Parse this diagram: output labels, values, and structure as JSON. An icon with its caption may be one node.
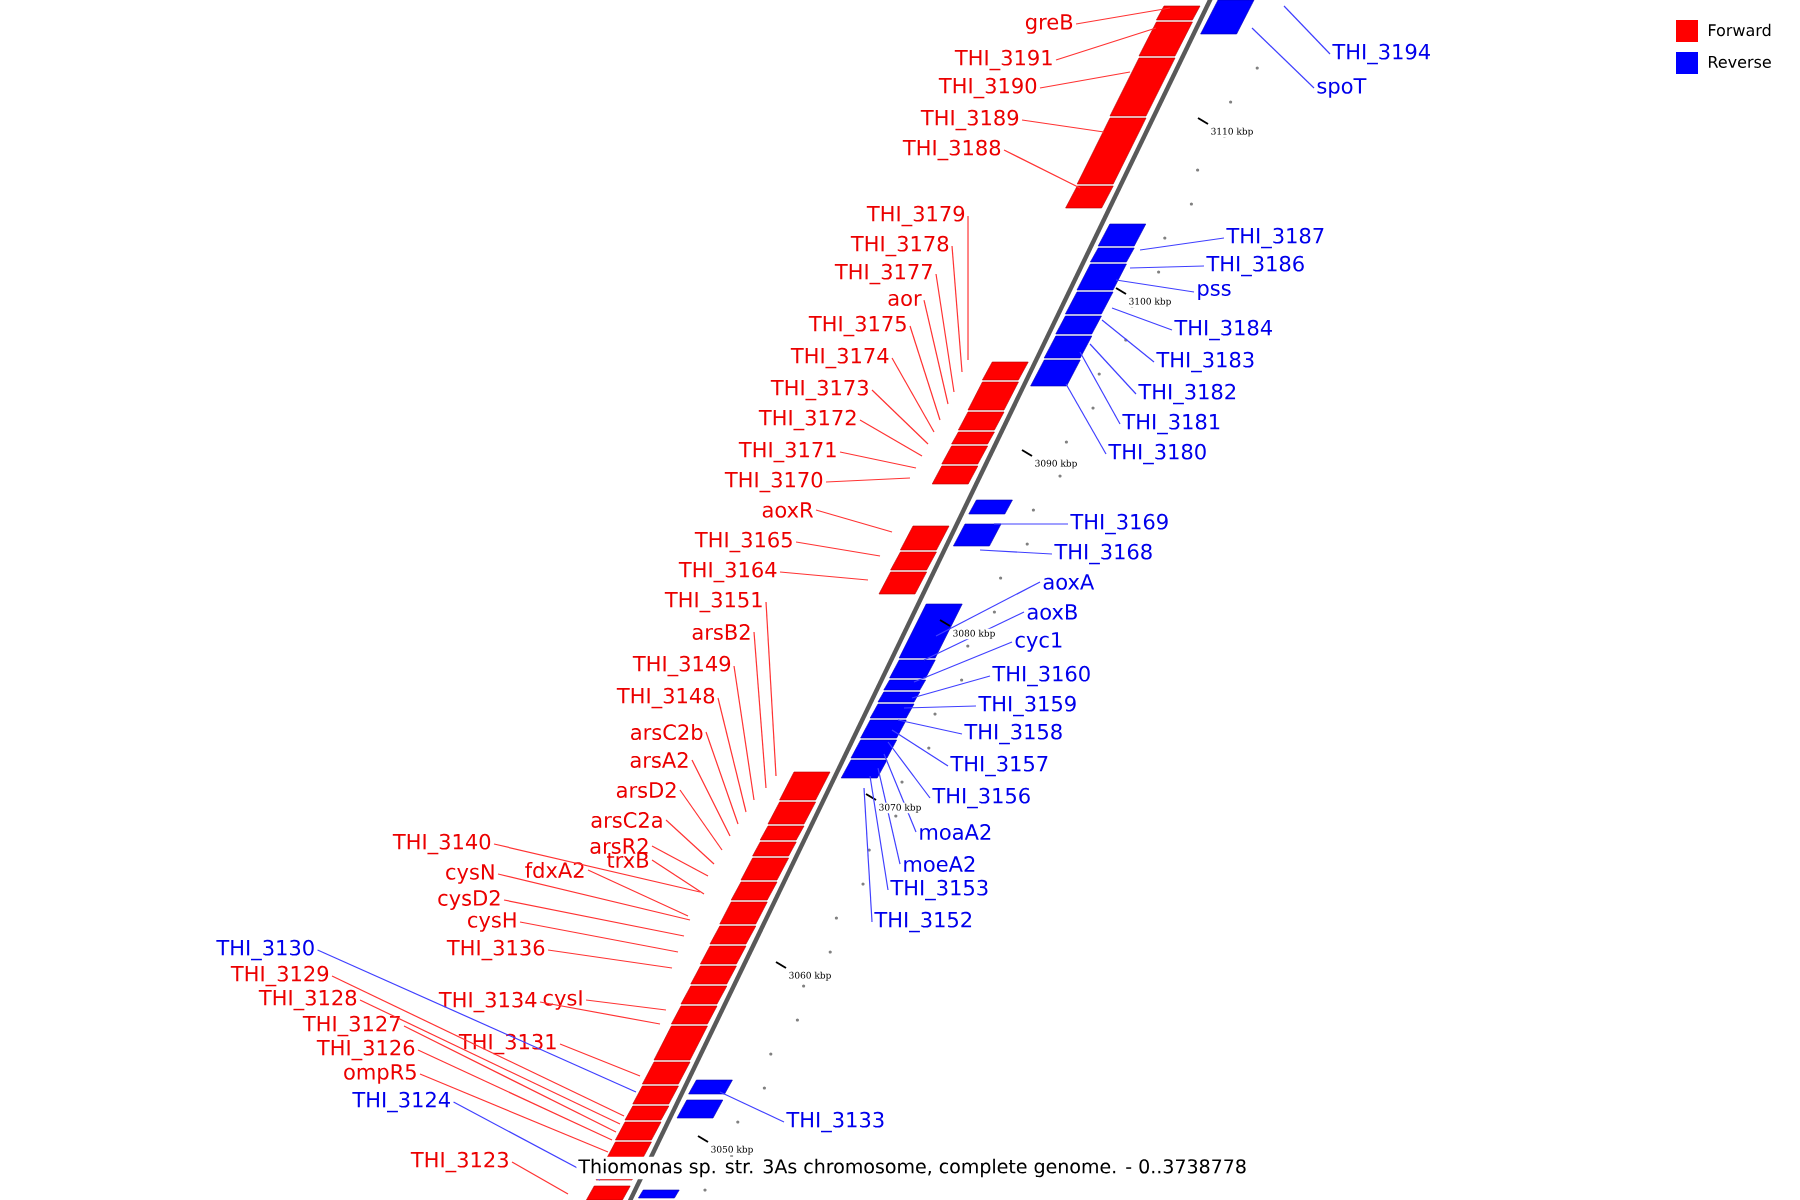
{
  "diagram": {
    "caption": "Thiomonas sp. str. 3As chromosome, complete genome. - 0..3738778",
    "nodes": [
      {
        "text": [
          "greB"
        ]
      },
      {
        "text": [
          "THI_3191"
        ]
      },
      {
        "text": [
          "THI_3190"
        ]
      },
      {
        "text": [
          "THI_3189"
        ]
      },
      {
        "text": [
          "THI_3188"
        ]
      },
      {
        "text": [
          "THI_3179"
        ]
      },
      {
        "text": [
          "THI_3178"
        ]
      },
      {
        "text": [
          "THI_3177"
        ]
      },
      {
        "text": [
          "aor"
        ]
      },
      {
        "text": [
          "THI_3175"
        ]
      },
      {
        "text": [
          "THI_3174"
        ]
      },
      {
        "text": [
          "THI_3173"
        ]
      },
      {
        "text": [
          "THI_3172"
        ]
      },
      {
        "text": [
          "THI_3171"
        ]
      },
      {
        "text": [
          "THI_3170"
        ]
      },
      {
        "text": [
          "aoxR"
        ]
      },
      {
        "text": [
          "THI_3165"
        ]
      },
      {
        "text": [
          "THI_3164"
        ]
      },
      {
        "text": [
          "THI_3151"
        ]
      },
      {
        "text": [
          "arsB2"
        ]
      },
      {
        "text": [
          "THI_3149"
        ]
      },
      {
        "text": [
          "THI_3148"
        ]
      },
      {
        "text": [
          "arsC2b"
        ]
      },
      {
        "text": [
          "arsA2"
        ]
      },
      {
        "text": [
          "arsD2"
        ]
      },
      {
        "text": [
          "arsC2a"
        ]
      },
      {
        "text": [
          "arsR2"
        ]
      },
      {
        "text": [
          "THI_3140"
        ]
      },
      {
        "text": [
          "fdxA2"
        ]
      },
      {
        "text": [
          "trxB"
        ]
      },
      {
        "text": [
          "cysN"
        ]
      },
      {
        "text": [
          "cysD2"
        ]
      },
      {
        "text": [
          "cysH"
        ]
      },
      {
        "text": [
          "THI_3136"
        ]
      },
      {
        "text": [
          "THI_3134"
        ]
      },
      {
        "text": [
          "cysI"
        ]
      },
      {
        "text": [
          "THI_3131"
        ]
      },
      {
        "text": [
          "THI_3129"
        ]
      },
      {
        "text": [
          "THI_3128"
        ]
      },
      {
        "text": [
          "THI_3127"
        ]
      },
      {
        "text": [
          "THI_3126"
        ]
      },
      {
        "text": [
          "ompR5"
        ]
      },
      {
        "text": [
          "THI_3123"
        ]
      },
      {
        "text": [
          "THI_3194"
        ]
      },
      {
        "text": [
          "spoT"
        ]
      },
      {
        "text": [
          "THI_3187"
        ]
      },
      {
        "text": [
          "THI_3186"
        ]
      },
      {
        "text": [
          "pss"
        ]
      },
      {
        "text": [
          "THI_3184"
        ]
      },
      {
        "text": [
          "THI_3183"
        ]
      },
      {
        "text": [
          "THI_3182"
        ]
      },
      {
        "text": [
          "THI_3181"
        ]
      },
      {
        "text": [
          "THI_3180"
        ]
      },
      {
        "text": [
          "THI_3169"
        ]
      },
      {
        "text": [
          "THI_3168"
        ]
      },
      {
        "text": [
          "aoxA"
        ]
      },
      {
        "text": [
          "aoxB"
        ]
      },
      {
        "text": [
          "cyc1"
        ]
      },
      {
        "text": [
          "THI_3160"
        ]
      },
      {
        "text": [
          "THI_3159"
        ]
      },
      {
        "text": [
          "THI_3158"
        ]
      },
      {
        "text": [
          "THI_3157"
        ]
      },
      {
        "text": [
          "THI_3156"
        ]
      },
      {
        "text": [
          "moaA2"
        ]
      },
      {
        "text": [
          "moeA2"
        ]
      },
      {
        "text": [
          "THI_3153"
        ]
      },
      {
        "text": [
          "THI_3152"
        ]
      },
      {
        "text": [
          "THI_3130"
        ]
      },
      {
        "text": [
          "THI_3124"
        ]
      },
      {
        "text": [
          "THI_3133"
        ]
      }
    ],
    "edges": [
      {
        "from": 0,
        "to": null,
        "arrow": "none"
      },
      {
        "from": 1,
        "to": null,
        "arrow": "none"
      },
      {
        "from": 2,
        "to": null,
        "arrow": "none"
      },
      {
        "from": 3,
        "to": null,
        "arrow": "none"
      },
      {
        "from": 4,
        "to": null,
        "arrow": "none"
      },
      {
        "from": 5,
        "to": null,
        "arrow": "none"
      },
      {
        "from": 6,
        "to": null,
        "arrow": "none"
      },
      {
        "from": 7,
        "to": null,
        "arrow": "none"
      },
      {
        "from": 8,
        "to": null,
        "arrow": "none"
      },
      {
        "from": 9,
        "to": null,
        "arrow": "none"
      },
      {
        "from": 10,
        "to": null,
        "arrow": "none"
      },
      {
        "from": 11,
        "to": null,
        "arrow": "none"
      },
      {
        "from": 12,
        "to": null,
        "arrow": "none"
      },
      {
        "from": 13,
        "to": null,
        "arrow": "none"
      },
      {
        "from": 14,
        "to": null,
        "arrow": "none"
      },
      {
        "from": 15,
        "to": null,
        "arrow": "none"
      },
      {
        "from": 16,
        "to": null,
        "arrow": "none"
      },
      {
        "from": 17,
        "to": null,
        "arrow": "none"
      },
      {
        "from": 18,
        "to": null,
        "arrow": "none"
      },
      {
        "from": 19,
        "to": null,
        "arrow": "none"
      },
      {
        "from": 20,
        "to": null,
        "arrow": "none"
      },
      {
        "from": 21,
        "to": null,
        "arrow": "none"
      },
      {
        "from": 22,
        "to": null,
        "arrow": "none"
      },
      {
        "from": 23,
        "to": null,
        "arrow": "none"
      },
      {
        "from": 24,
        "to": null,
        "arrow": "none"
      },
      {
        "from": 25,
        "to": null,
        "arrow": "none"
      },
      {
        "from": 26,
        "to": null,
        "arrow": "none"
      },
      {
        "from": 27,
        "to": null,
        "arrow": "none"
      },
      {
        "from": 28,
        "to": null,
        "arrow": "none"
      },
      {
        "from": 29,
        "to": null,
        "arrow": "none"
      },
      {
        "from": 30,
        "to": null,
        "arrow": "none"
      },
      {
        "from": 31,
        "to": null,
        "arrow": "none"
      },
      {
        "from": 32,
        "to": null,
        "arrow": "none"
      },
      {
        "from": 33,
        "to": null,
        "arrow": "none"
      },
      {
        "from": 34,
        "to": null,
        "arrow": "none"
      },
      {
        "from": 35,
        "to": null,
        "arrow": "none"
      },
      {
        "from": 36,
        "to": null,
        "arrow": "none"
      },
      {
        "from": 37,
        "to": null,
        "arrow": "none"
      },
      {
        "from": 38,
        "to": null,
        "arrow": "none"
      },
      {
        "from": 39,
        "to": null,
        "arrow": "none"
      },
      {
        "from": 40,
        "to": null,
        "arrow": "none"
      },
      {
        "from": 41,
        "to": null,
        "arrow": "none"
      },
      {
        "from": 42,
        "to": null,
        "arrow": "none"
      },
      {
        "from": 43,
        "to": null,
        "arrow": "none",
        "color": "#4040ff"
      },
      {
        "from": 44,
        "to": null,
        "arrow": "none",
        "color": "#4040ff"
      },
      {
        "from": 45,
        "to": null,
        "arrow": "none",
        "color": "#4040ff"
      },
      {
        "from": 46,
        "to": null,
        "arrow": "none",
        "color": "#4040ff"
      },
      {
        "from": 47,
        "to": null,
        "arrow": "none",
        "color": "#4040ff"
      },
      {
        "from": 48,
        "to": null,
        "arrow": "none",
        "color": "#4040ff"
      },
      {
        "from": 49,
        "to": null,
        "arrow": "none",
        "color": "#4040ff"
      },
      {
        "from": 50,
        "to": null,
        "arrow": "none",
        "color": "#4040ff"
      },
      {
        "from": 51,
        "to": null,
        "arrow": "none",
        "color": "#4040ff"
      },
      {
        "from": 52,
        "to": null,
        "arrow": "none",
        "color": "#4040ff"
      },
      {
        "from": 53,
        "to": null,
        "arrow": "none",
        "color": "#4040ff"
      },
      {
        "from": 54,
        "to": null,
        "arrow": "none",
        "color": "#4040ff"
      },
      {
        "from": 55,
        "to": null,
        "arrow": "none",
        "color": "#4040ff"
      },
      {
        "from": 56,
        "to": null,
        "arrow": "none",
        "color": "#4040ff"
      },
      {
        "from": 57,
        "to": null,
        "arrow": "none",
        "color": "#4040ff"
      },
      {
        "from": 58,
        "to": null,
        "arrow": "none",
        "color": "#4040ff"
      },
      {
        "from": 59,
        "to": null,
        "arrow": "none",
        "color": "#4040ff"
      },
      {
        "from": 60,
        "to": null,
        "arrow": "none",
        "color": "#4040ff"
      },
      {
        "from": 61,
        "to": null,
        "arrow": "none",
        "color": "#4040ff"
      },
      {
        "from": 62,
        "to": null,
        "arrow": "none",
        "color": "#4040ff"
      },
      {
        "from": 63,
        "to": null,
        "arrow": "none",
        "color": "#4040ff"
      },
      {
        "from": 64,
        "to": null,
        "arrow": "none",
        "color": "#4040ff"
      },
      {
        "from": 65,
        "to": null,
        "arrow": "none",
        "color": "#4040ff"
      },
      {
        "from": 66,
        "to": null,
        "arrow": "none",
        "color": "#4040ff"
      },
      {
        "from": 67,
        "to": null,
        "arrow": "none",
        "color": "#4040ff"
      },
      {
        "from": 68,
        "to": null,
        "arrow": "none",
        "color": "#4040ff"
      },
      {
        "from": 69,
        "to": null,
        "arrow": "none",
        "color": "#4040ff"
      }
    ],
    "labels": [
      "3110 kbp",
      "3100 kbp",
      "3090 kbp",
      "3080 kbp",
      "3070 kbp",
      "3060 kbp",
      "3050 kbp"
    ],
    "legend": [
      {
        "text": "Forward",
        "color": "#ff0000"
      },
      {
        "text": "Reverse",
        "color": "#0000ff"
      }
    ]
  }
}
